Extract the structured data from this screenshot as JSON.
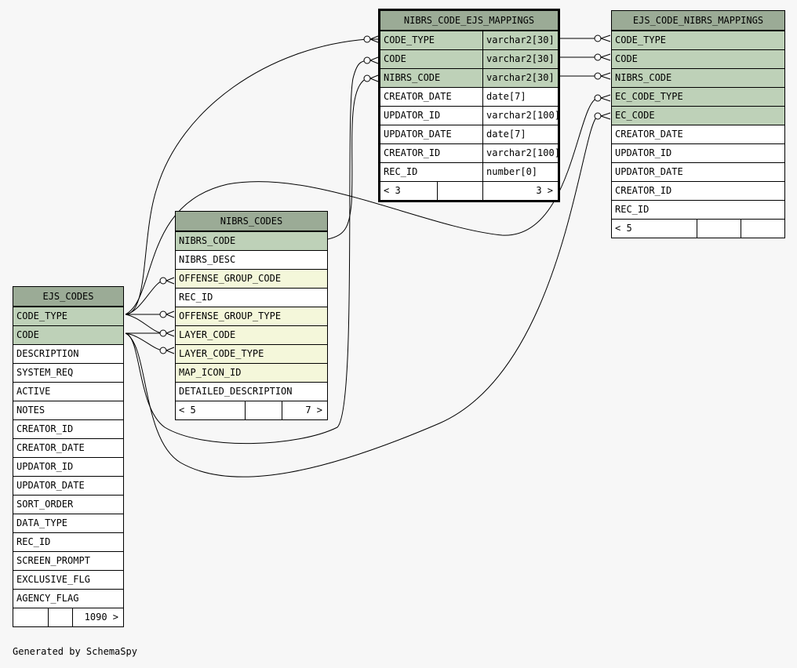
{
  "tables": {
    "nibrs_code_ejs_mappings": {
      "name": "NIBRS_CODE_EJS_MAPPINGS",
      "columns": [
        {
          "name": "CODE_TYPE",
          "type": "varchar2[30]"
        },
        {
          "name": "CODE",
          "type": "varchar2[30]"
        },
        {
          "name": "NIBRS_CODE",
          "type": "varchar2[30]"
        },
        {
          "name": "CREATOR_DATE",
          "type": "date[7]"
        },
        {
          "name": "UPDATOR_ID",
          "type": "varchar2[100]"
        },
        {
          "name": "UPDATOR_DATE",
          "type": "date[7]"
        },
        {
          "name": "CREATOR_ID",
          "type": "varchar2[100]"
        },
        {
          "name": "REC_ID",
          "type": "number[0]"
        }
      ],
      "footer": {
        "parents": "< 3",
        "middle": "",
        "children": "3 >"
      }
    },
    "ejs_code_nibrs_mappings": {
      "name": "EJS_CODE_NIBRS_MAPPINGS",
      "columns": [
        "CODE_TYPE",
        "CODE",
        "NIBRS_CODE",
        "EC_CODE_TYPE",
        "EC_CODE",
        "CREATOR_DATE",
        "UPDATOR_ID",
        "UPDATOR_DATE",
        "CREATOR_ID",
        "REC_ID"
      ],
      "footer": {
        "parents": "< 5",
        "middle": "",
        "children": ""
      }
    },
    "nibrs_codes": {
      "name": "NIBRS_CODES",
      "columns": [
        "NIBRS_CODE",
        "NIBRS_DESC",
        "OFFENSE_GROUP_CODE",
        "REC_ID",
        "OFFENSE_GROUP_TYPE",
        "LAYER_CODE",
        "LAYER_CODE_TYPE",
        "MAP_ICON_ID",
        "DETAILED_DESCRIPTION"
      ],
      "footer": {
        "parents": "< 5",
        "middle": "",
        "children": "7 >"
      }
    },
    "ejs_codes": {
      "name": "EJS_CODES",
      "columns": [
        "CODE_TYPE",
        "CODE",
        "DESCRIPTION",
        "SYSTEM_REQ",
        "ACTIVE",
        "NOTES",
        "CREATOR_ID",
        "CREATOR_DATE",
        "UPDATOR_ID",
        "UPDATOR_DATE",
        "SORT_ORDER",
        "DATA_TYPE",
        "REC_ID",
        "SCREEN_PROMPT",
        "EXCLUSIVE_FLG",
        "AGENCY_FLAG"
      ],
      "footer": {
        "parents": "",
        "middle": "",
        "children": "1090 >"
      }
    }
  },
  "footer_text": "Generated by SchemaSpy",
  "colors": {
    "header": "#9bab96",
    "key_column": "#bed1b8",
    "foreign_key_column": "#f4f7da",
    "background": "#f7f7f7"
  }
}
